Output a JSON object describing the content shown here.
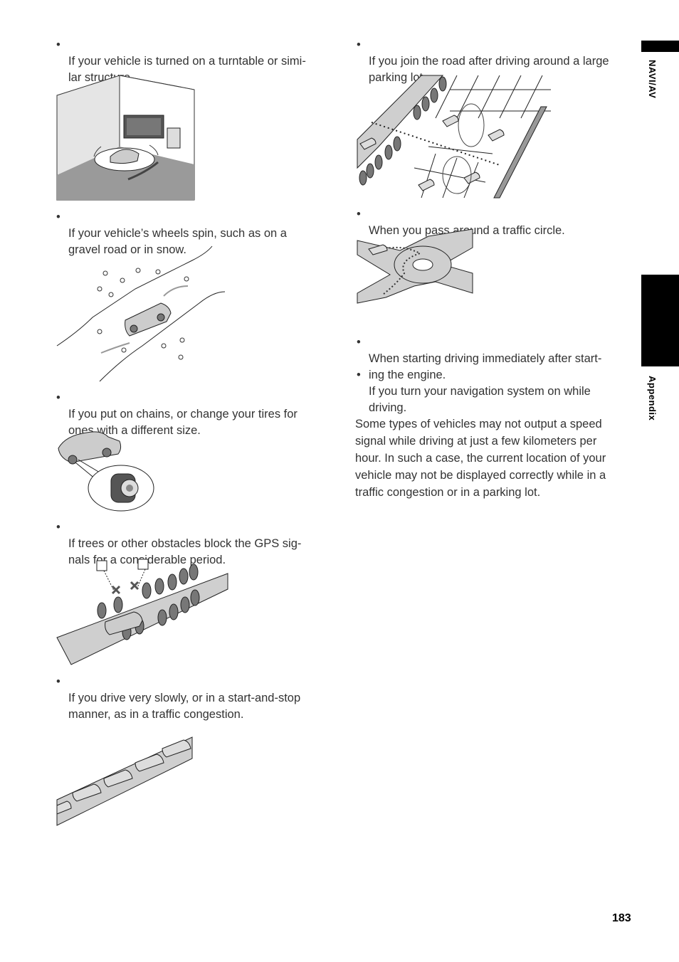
{
  "side_tabs": {
    "navi_av": "NAVI/AV",
    "appendix": "Appendix"
  },
  "page_number": "183",
  "bullet_glyph": "•",
  "left_column": [
    {
      "text": "If your vehicle is turned on a turntable or simi-\nlar structure."
    },
    {
      "text": "If your vehicle’s wheels spin, such as on a\ngravel road or in snow."
    },
    {
      "text": "If you put on chains, or change your tires for\nones with a different size."
    },
    {
      "text": "If trees or other obstacles block the GPS sig-\nnals for a considerable period."
    },
    {
      "text": "If you drive very slowly, or in a start-and-stop\nmanner, as in a traffic congestion."
    }
  ],
  "right_column": [
    {
      "text": "If you join the road after driving around a large\nparking lot."
    },
    {
      "text": "When you pass around a traffic circle."
    },
    {
      "text": "When starting driving immediately after start-\ning the engine."
    },
    {
      "text": "If you turn your navigation system on while\ndriving."
    }
  ],
  "closing_paragraph": "Some types of vehicles may not output a speed\nsignal while driving at just a few kilometers per\nhour. In such a case, the current location of your\nvehicle may not be displayed correctly while in a\ntraffic congestion or in a parking lot.",
  "colors": {
    "tab": "#000000",
    "road": "#cfcfcf",
    "ink": "#333333"
  }
}
